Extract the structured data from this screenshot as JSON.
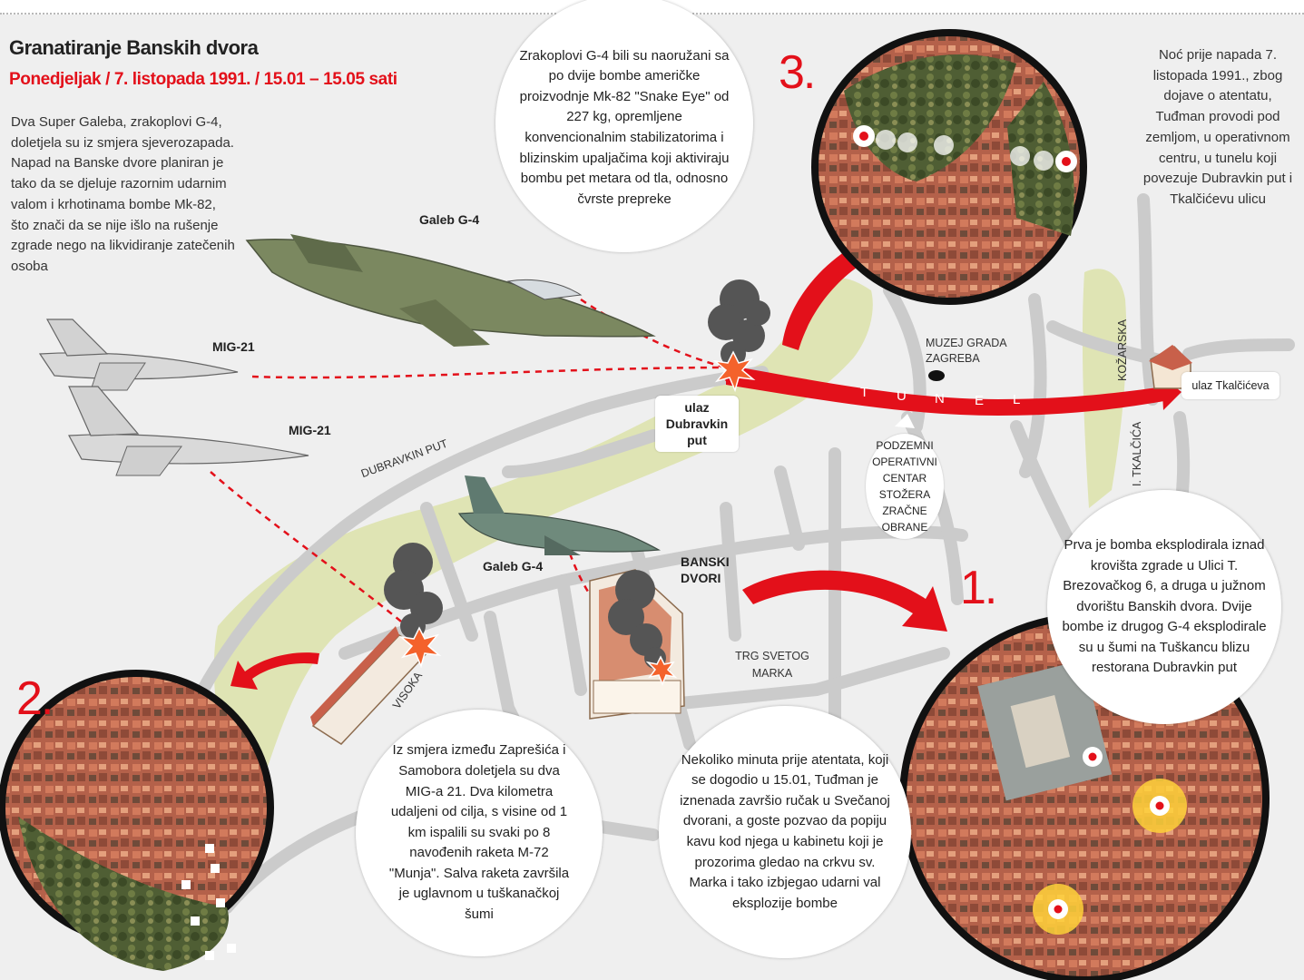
{
  "header": {
    "title": "Granatiranje Banskih dvora",
    "subtitle": "Ponedjeljak  /  7. listopada 1991.  /  15.01 – 15.05 sati"
  },
  "intro_text": "Dva Super Galeba, zrakoplovi G-4, doletjela su iz smjera sjeverozapada. Napad na Banske dvore planiran je tako da se djeluje razornim udarnim valom i krhotinama bombe Mk-82, što znači da se nije išlo na rušenje zgrade nego na likvidiranje zatečenih osoba",
  "night_text": "Noć prije napada 7. listopada 1991., zbog dojave o atentatu, Tuđman provodi pod zemljom, u operativnom centru, u tunelu koji povezuje Dubravkin put i Tkalčićevu ulicu",
  "bubbles": {
    "zrakoplovi": "Zrakoplovi G-4 bili su naoružani sa po dvije bombe američke proizvodnje Mk-82 \"Snake Eye\" od 227 kg, opremljene konvencionalnim stabilizatorima i blizinskim upaljačima koji aktiviraju bombu pet metara od tla, odnosno čvrste prepreke",
    "iz_smjera": "Iz smjera između Zaprešića i Samobora doletjela su dva MIG-a 21. Dva kilometra udaljeni od cilja, s visine od 1 km ispalili su svaki po 8 navođenih raketa M-72 \"Munja\". Salva raketa završila je uglavnom u tuškanačkoj šumi",
    "nekoliko": "Nekoliko minuta prije atentata, koji se dogodio u 15.01, Tuđman je iznenada završio ručak u Svečanoj dvorani, a goste pozvao da popiju kavu kod njega u kabinetu koji je prozorima gledao na crkvu sv. Marka i tako izbjegao udarni val eksplozije bombe",
    "prva": "Prva je bomba eksplodirala iznad krovišta zgrade u Ulici T. Brezovačkog 6, a druga u južnom dvorištu Banskih dvora. Dvije bombe iz drugog G-4 eksplodirale su u šumi na Tuškancu blizu restorana Dubravkin put"
  },
  "labels": {
    "galeb_top": "Galeb G-4",
    "galeb_mid": "Galeb G-4",
    "mig_1": "MIG-21",
    "mig_2": "MIG-21",
    "ulaz_dubravkin": "ulaz Dubravkin put",
    "ulaz_tkalciceva": "ulaz Tkalčićeva",
    "banski_dvori": "BANSKI DVORI",
    "muzej": "MUZEJ GRADA ZAGREBA",
    "podzemni": "PODZEMNI OPERATIVNI CENTAR STOŽERA ZRAČNE OBRANE",
    "trg": "TRG SVETOG MARKA",
    "dubravkin_put": "DUBRAVKIN PUT",
    "visoka": "VISOKA",
    "kozarska": "KOŽARSKA",
    "tkalca": "I. TKALČIĆA"
  },
  "tunel_letters": [
    "T",
    "U",
    "N",
    "E",
    "L"
  ],
  "numbers": [
    "1.",
    "2.",
    "3."
  ],
  "colors": {
    "accent_red": "#e3101a",
    "green_area": "#dfe4b4",
    "road_grey": "#c9c9c9",
    "background": "#efefef"
  },
  "icons": [
    "explosion-icon",
    "smoke-plume-icon",
    "jet-icon",
    "location-marker-icon",
    "arrow-icon"
  ]
}
